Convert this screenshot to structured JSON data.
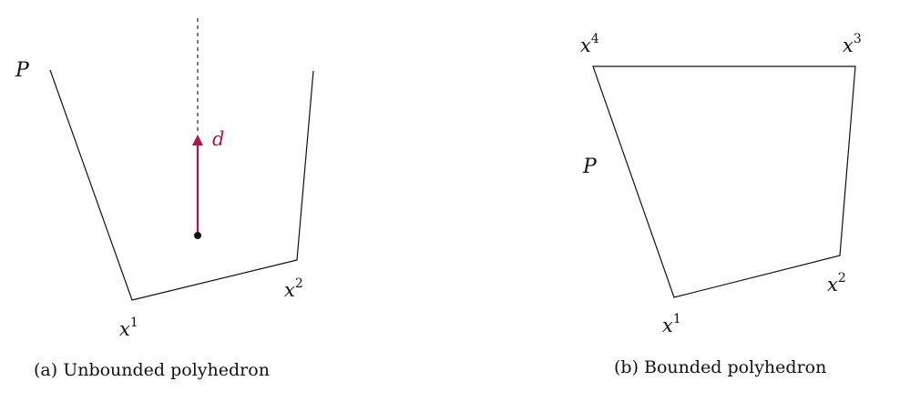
{
  "diagram": {
    "left_panel": {
      "set_label": "P",
      "direction_label": "d",
      "vertex_1": {
        "base": "x",
        "sup": "1"
      },
      "vertex_2": {
        "base": "x",
        "sup": "2"
      },
      "caption": "(a) Unbounded polyhedron",
      "direction_color": "#b0124f"
    },
    "right_panel": {
      "set_label": "P",
      "vertex_1": {
        "base": "x",
        "sup": "1"
      },
      "vertex_2": {
        "base": "x",
        "sup": "2"
      },
      "vertex_3": {
        "base": "x",
        "sup": "3"
      },
      "vertex_4": {
        "base": "x",
        "sup": "4"
      },
      "caption": "(b) Bounded polyhedron"
    }
  }
}
